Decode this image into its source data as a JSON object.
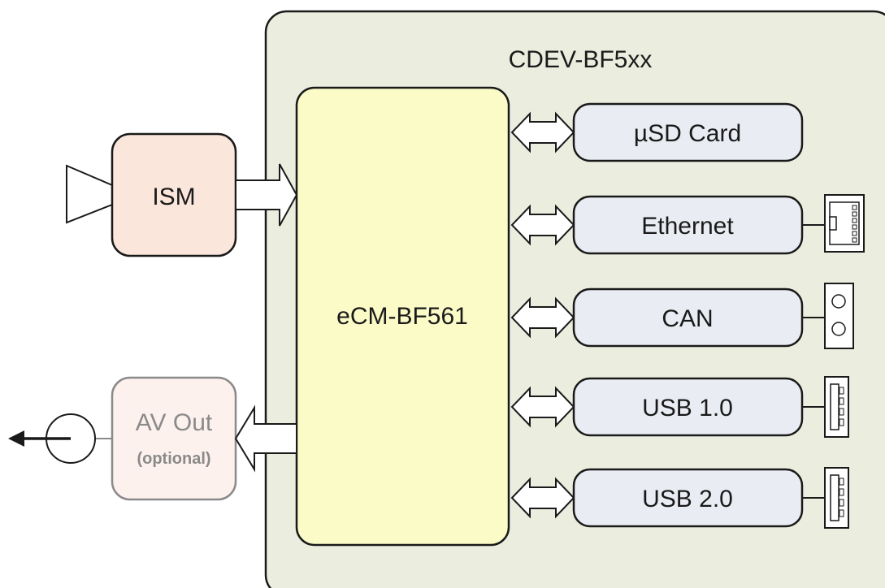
{
  "board": {
    "title": "CDEV-BF5xx"
  },
  "processor": {
    "label": "eCM-BF561"
  },
  "ism": {
    "label": "ISM"
  },
  "av_out": {
    "label": "AV Out",
    "sublabel": "(optional)"
  },
  "peripherals": [
    {
      "label": "µSD Card",
      "connector": "none"
    },
    {
      "label": "Ethernet",
      "connector": "rj45-icon"
    },
    {
      "label": "CAN",
      "connector": "can-connector-icon"
    },
    {
      "label": "USB 1.0",
      "connector": "usb-connector-icon"
    },
    {
      "label": "USB 2.0",
      "connector": "usb-connector-icon"
    }
  ],
  "colors": {
    "board_fill": "#ebeedf",
    "processor_fill": "#fbfbc8",
    "ism_fill": "#fbe6dc",
    "av_out_fill": "#fdf1ee",
    "peripheral_fill": "#e9ecf3",
    "stroke": "#1a1a1a",
    "muted_text": "#8a8a8a"
  }
}
